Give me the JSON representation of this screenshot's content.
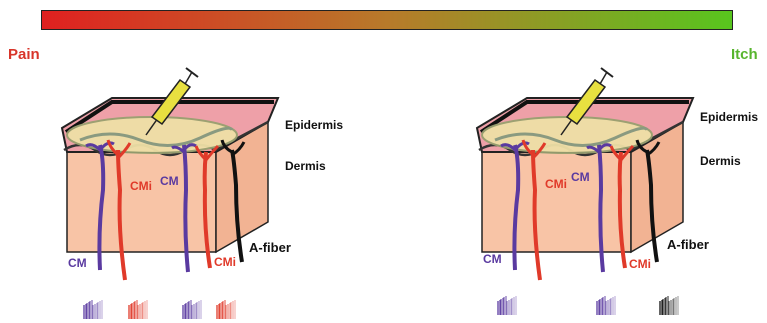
{
  "scale": {
    "left_label": "Pain",
    "right_label": "Itch",
    "gradient_start": "#e02020",
    "gradient_mid": "#b87a2a",
    "gradient_end": "#58c51e"
  },
  "panels": [
    {
      "epidermis": "Epidermis",
      "dermis": "Dermis",
      "cm_label_1": "CM",
      "cm_label_2": "CM",
      "cmi_label_1": "CMi",
      "cmi_label_2": "CMi",
      "afiber": "A-fiber"
    },
    {
      "epidermis": "Epidermis",
      "dermis": "Dermis",
      "cm_label_1": "CM",
      "cm_label_2": "CM",
      "cmi_label_1": "CMi",
      "cmi_label_2": "CMi",
      "afiber": "A-fiber"
    }
  ],
  "colors": {
    "cm": "#5a3aa0",
    "cmi": "#e03a2a",
    "afiber": "#111111",
    "dermis": "#f8c4a6",
    "epidermis": "#eea0a8",
    "syringe": "#e8e040"
  },
  "spike_trains": {
    "left": [
      "cm",
      "cmi",
      "cm",
      "cmi"
    ],
    "right": [
      "cm",
      "cm",
      "afiber"
    ]
  }
}
